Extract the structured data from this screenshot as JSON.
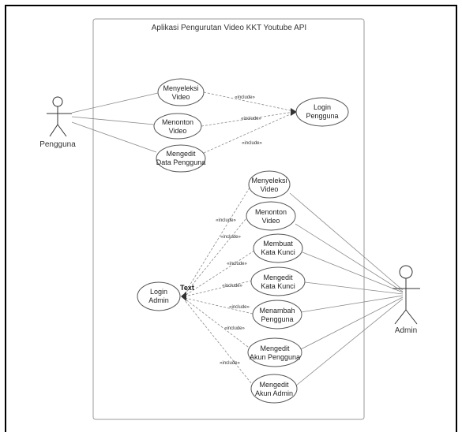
{
  "system_title": "Aplikasi Pengurutan Video KKT Youtube API",
  "actors": {
    "user": "Pengguna",
    "admin": "Admin"
  },
  "use_cases": {
    "user_select": [
      "Menyeleksi",
      "Video"
    ],
    "user_watch": [
      "Menonton",
      "Video"
    ],
    "user_edit": [
      "Mengedit",
      "Data Pengguna"
    ],
    "login_user": [
      "Login",
      "Pengguna"
    ],
    "login_admin": [
      "Login",
      "Admin"
    ],
    "admin_select": [
      "Menyeleksi",
      "Video"
    ],
    "admin_watch": [
      "Menonton",
      "Video"
    ],
    "admin_create_kw": [
      "Membuat",
      "Kata Kunci"
    ],
    "admin_edit_kw": [
      "Mengedit",
      "Kata Kunci"
    ],
    "admin_add_user": [
      "Menambah",
      "Pengguna"
    ],
    "admin_edit_user": [
      "Mengedit",
      "Akun Pengguna"
    ],
    "admin_edit_admin": [
      "Mengedit",
      "Akun Admin"
    ]
  },
  "include_label": "«include»",
  "anchor_label": "Text",
  "colors": {
    "boundary": "#9a9a9a",
    "line": "#8a8a8a",
    "outline": "#555555"
  }
}
